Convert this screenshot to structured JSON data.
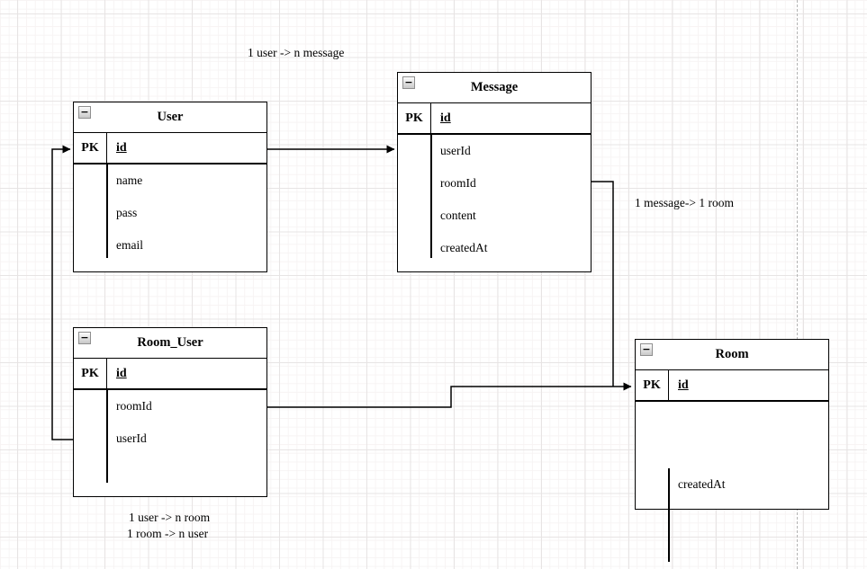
{
  "canvas": {
    "background_color": "#ffffff",
    "grid_minor_color": "#f7f4f4",
    "grid_major_color": "#e7e4e4",
    "page_divider_color": "#b4b4b4",
    "stroke_color": "#000000"
  },
  "icons": {
    "collapse_glyph": "−"
  },
  "entities": [
    {
      "name": "User",
      "pk_label": "PK",
      "pk_field": "id",
      "fields": [
        "name",
        "pass",
        "email"
      ]
    },
    {
      "name": "Message",
      "pk_label": "PK",
      "pk_field": "id",
      "fields": [
        "userId",
        "roomId",
        "content",
        "createdAt"
      ]
    },
    {
      "name": "Room_User",
      "pk_label": "PK",
      "pk_field": "id",
      "fields": [
        "roomId",
        "userId"
      ]
    },
    {
      "name": "Room",
      "pk_label": "PK",
      "pk_field": "id",
      "fields": [
        "createdAt"
      ]
    }
  ],
  "relationship_labels": [
    {
      "text": "1 user -> n message"
    },
    {
      "text": "1 message-> 1 room"
    },
    {
      "text": "1 user -> n room"
    },
    {
      "text": "1 room -> n user"
    }
  ],
  "connectors": [
    {
      "from": "User.id",
      "to": "Message",
      "style": "arrow"
    },
    {
      "from": "Room_User.userId",
      "to": "User.id",
      "style": "arrow"
    },
    {
      "from": "Room_User.roomId",
      "to": "Room.id",
      "style": "arrow"
    },
    {
      "from": "Message.roomId",
      "to": "Room.id",
      "style": "merge"
    }
  ]
}
